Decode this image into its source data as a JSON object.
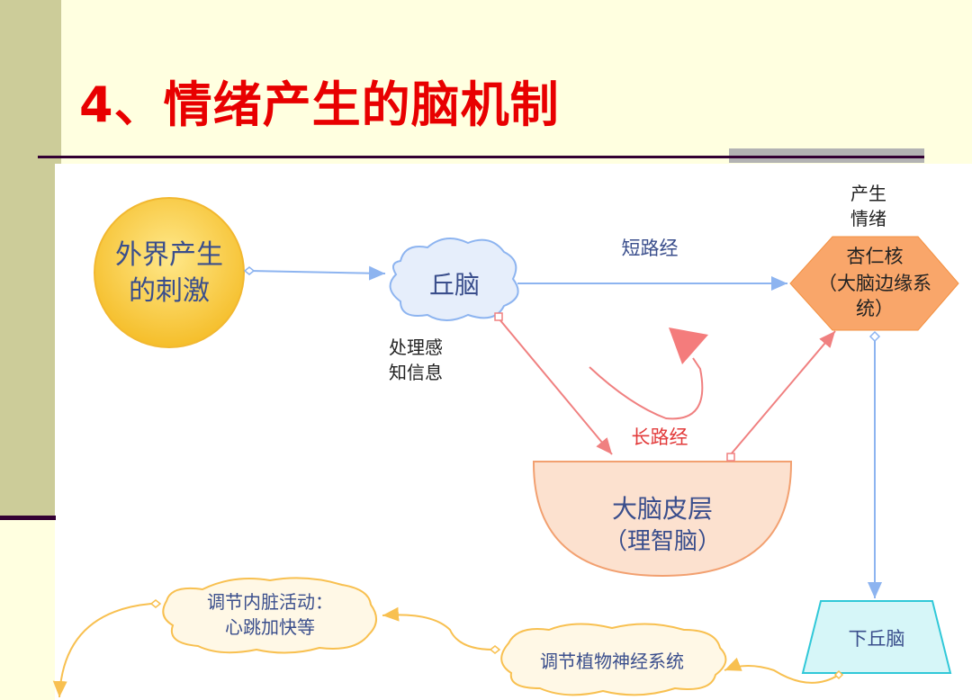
{
  "title": "4、情绪产生的脑机制",
  "nodes": {
    "stimulus": [
      "外界产生",
      "的刺激"
    ],
    "thalamus": "丘脑",
    "amygdala": [
      "杏仁核",
      "（大脑边缘系",
      "统）"
    ],
    "cortex": [
      "大脑皮层",
      "（理智脑）"
    ],
    "hypothalamus": "下丘脑",
    "autonomic": "调节植物神经系统",
    "visceral": [
      "调节内脏活动：",
      "心跳加快等"
    ]
  },
  "labels": {
    "short_path": "短路经",
    "long_path": "长路经",
    "process": [
      "处理感",
      "知信息"
    ],
    "produce": [
      "产生",
      "情绪"
    ]
  }
}
